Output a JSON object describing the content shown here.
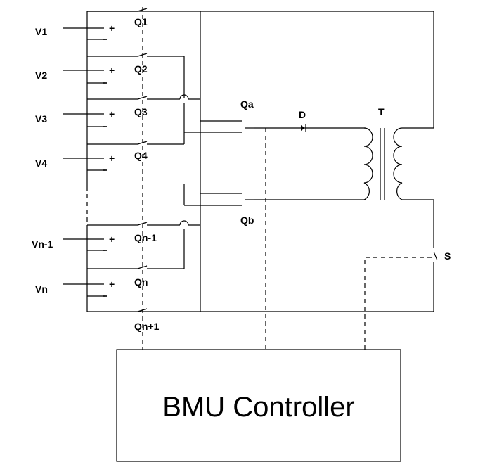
{
  "batteries": [
    {
      "label": "V1"
    },
    {
      "label": "V2"
    },
    {
      "label": "V3"
    },
    {
      "label": "V4"
    },
    {
      "label": "Vn-1"
    },
    {
      "label": "Vn"
    }
  ],
  "battery_plus": "+",
  "switches": [
    "Q1",
    "Q2",
    "Q3",
    "Q4",
    "Qn-1",
    "Qn",
    "Qn+1"
  ],
  "selector_switches": {
    "a": "Qa",
    "b": "Qb"
  },
  "diode": "D",
  "transformer": "T",
  "main_switch": "S",
  "controller": {
    "label": "BMU Controller"
  }
}
